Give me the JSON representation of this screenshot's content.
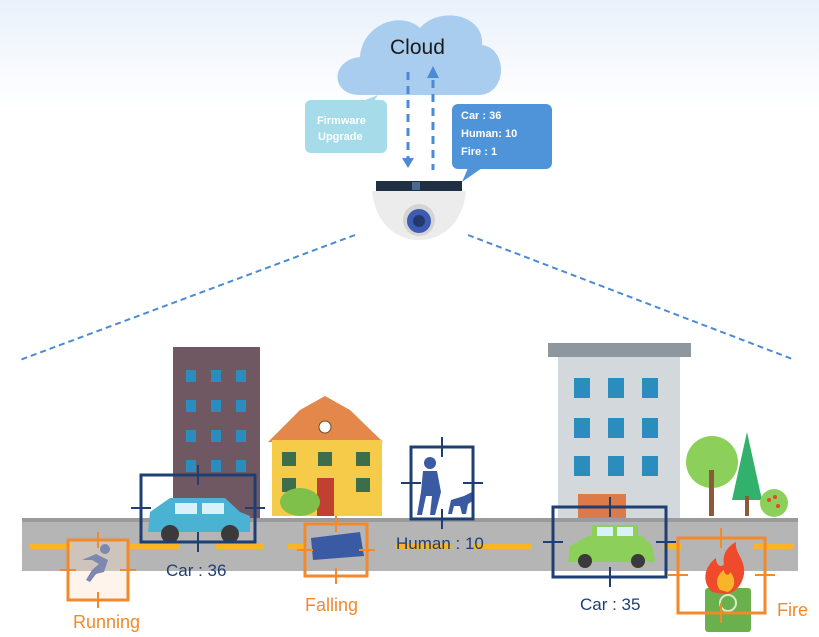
{
  "cloud": {
    "label": "Cloud"
  },
  "bubbles": {
    "firmware": {
      "line1": "Firmware",
      "line2": "Upgrade"
    },
    "stats": {
      "line1": "Car : 36",
      "line2": "Human: 10",
      "line3": "Fire : 1"
    }
  },
  "detections": {
    "car_left": "Car : 36",
    "human": "Human : 10",
    "car_right": "Car : 35"
  },
  "events": {
    "running": "Running",
    "falling": "Falling",
    "fire": "Fire"
  },
  "colors": {
    "sky_gradient": "#eef3fb",
    "cloud": "#a9cdee",
    "firmware_bubble": "#a6dbea",
    "stats_bubble": "#4f93d9",
    "road": "#b5b5b5",
    "lane": "#f9b52a",
    "detection_box": "#1e3f73",
    "event_box": "#f08a2c",
    "dashed_link": "#4a8bd4"
  }
}
